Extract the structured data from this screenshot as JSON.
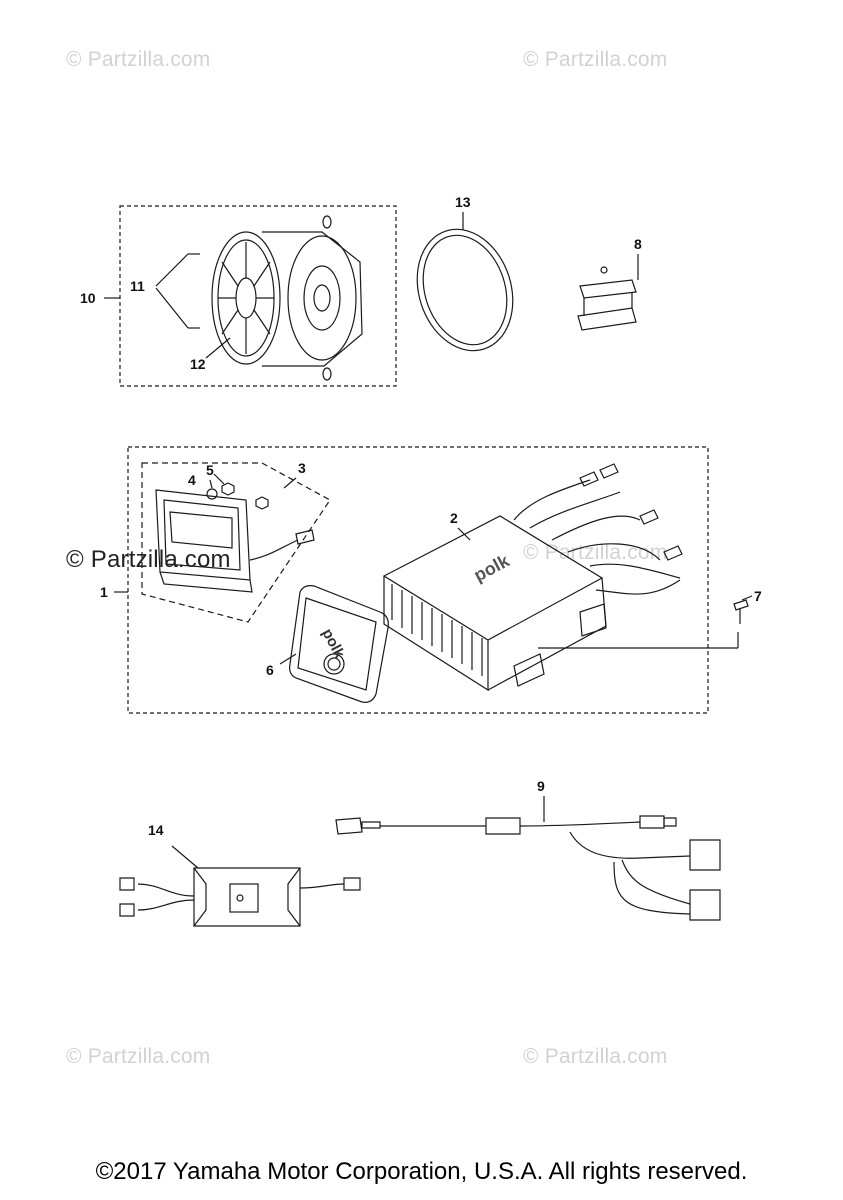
{
  "watermarks": {
    "top_left": "© Partzilla.com",
    "top_right": "© Partzilla.com",
    "mid_left": "© Partzilla.com",
    "mid_right": "© Partzilla.com",
    "bottom_left": "© Partzilla.com",
    "bottom_right": "© Partzilla.com"
  },
  "callouts": {
    "c1": "1",
    "c2": "2",
    "c3": "3",
    "c4": "4",
    "c5": "5",
    "c6": "6",
    "c7": "7",
    "c8": "8",
    "c9": "9",
    "c10": "10",
    "c11": "11",
    "c12": "12",
    "c13": "13",
    "c14": "14"
  },
  "brand_labels": {
    "receiver": "polk",
    "remote": "polk"
  },
  "copyright": "©2017 Yamaha Motor Corporation, U.S.A. All rights reserved.",
  "colors": {
    "line": "#1a1a1a",
    "watermark": "#d2d2d2",
    "background": "#ffffff"
  }
}
